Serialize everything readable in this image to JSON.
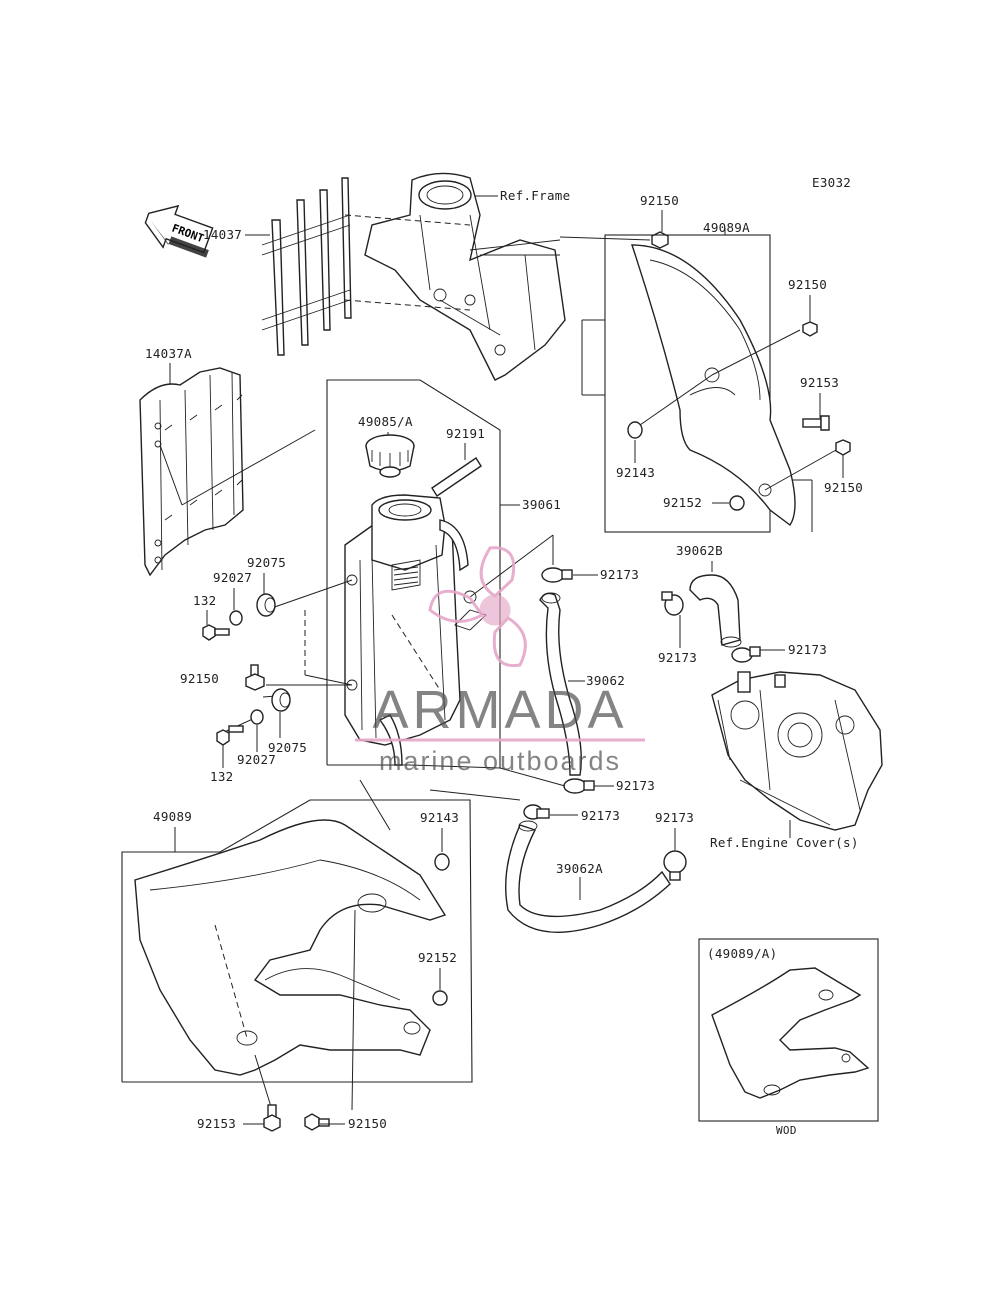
{
  "diagram_code": "E3032",
  "front_label": "FRONT",
  "labels": {
    "ref_frame": "Ref.Frame",
    "p92150_top": "92150",
    "p49089A": "49089A",
    "p92150_r1": "92150",
    "p14037": "14037",
    "p14037A": "14037A",
    "p49085A": "49085/A",
    "p92191": "92191",
    "p39061": "39061",
    "p92153_r": "92153",
    "p92143_r": "92143",
    "p92150_r2": "92150",
    "p92152_r": "92152",
    "p92075_a": "92075",
    "p92027_a": "92027",
    "p132_a": "132",
    "p92173_a": "92173",
    "p39062B": "39062B",
    "p92173_b": "92173",
    "p92173_c": "92173",
    "p92150_l": "92150",
    "p39062": "39062",
    "p92075_b": "92075",
    "p92027_b": "92027",
    "p132_b": "132",
    "p92173_d": "92173",
    "p49089": "49089",
    "p92143_b": "92143",
    "p92173_e": "92173",
    "p92173_f": "92173",
    "ref_engine": "Ref.Engine Cover(s)",
    "p39062A": "39062A",
    "p92152_b": "92152",
    "p92153_b": "92153",
    "p92150_b": "92150",
    "inset_title": "(49089/A)",
    "inset_caption": "WOD"
  },
  "watermark": {
    "brand": "ARMADA",
    "tagline": "marine outboards",
    "brand_color": "#4a4a4a",
    "accent_color": "#e6a6c8"
  }
}
